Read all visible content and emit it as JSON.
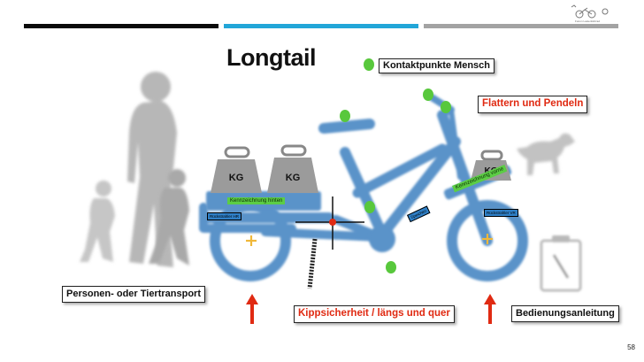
{
  "title": "Longtail",
  "legend": {
    "label": "Kontaktpunkte Mensch"
  },
  "labels": {
    "flattern": "Flattern und Pendeln",
    "kipp": "Kippsicherheit / längs und quer",
    "transport": "Personen- oder Tiertransport",
    "anleitung": "Bedienungsanleitung"
  },
  "weights": [
    "KG",
    "KG",
    "KG"
  ],
  "kennzeichnung_hinten": "Kennzeichnung hinten",
  "kennzeichnung_vorne": "Kennzeichnung vorne",
  "small_labels": {
    "rueck1": "Rückstrahler HR",
    "rueck2": "Rückstrahler VR",
    "speichen": "Speichen"
  },
  "logo_text": "Forum Lastenfahrrad",
  "page_number": "58",
  "colors": {
    "bike": "#5a93c9",
    "contact": "#58c83c",
    "bar_black": "#0a0a0a",
    "bar_blue": "#22a6d8",
    "bar_gray": "#a3a3a3",
    "red": "#e02a12"
  }
}
